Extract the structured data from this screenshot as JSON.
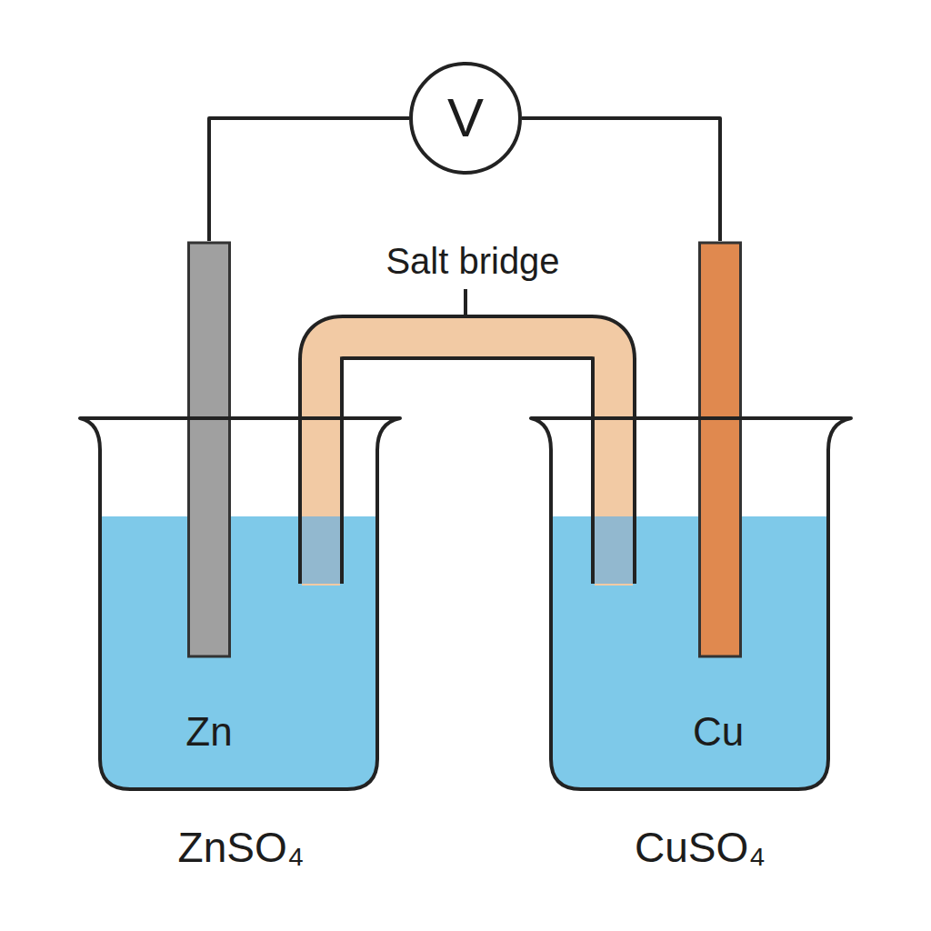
{
  "diagram": {
    "nodes": [
      {
        "text": [
          "V"
        ]
      },
      {
        "text": [
          "Zn",
          "ZnSO₄"
        ]
      },
      {
        "text": [
          "Cu",
          "CuSO₄"
        ]
      }
    ],
    "edges": [
      {
        "from": 0,
        "to": 1,
        "arrow": "none"
      },
      {
        "from": 0,
        "to": 2,
        "arrow": "none"
      }
    ],
    "labels": [
      "Salt bridge"
    ]
  }
}
